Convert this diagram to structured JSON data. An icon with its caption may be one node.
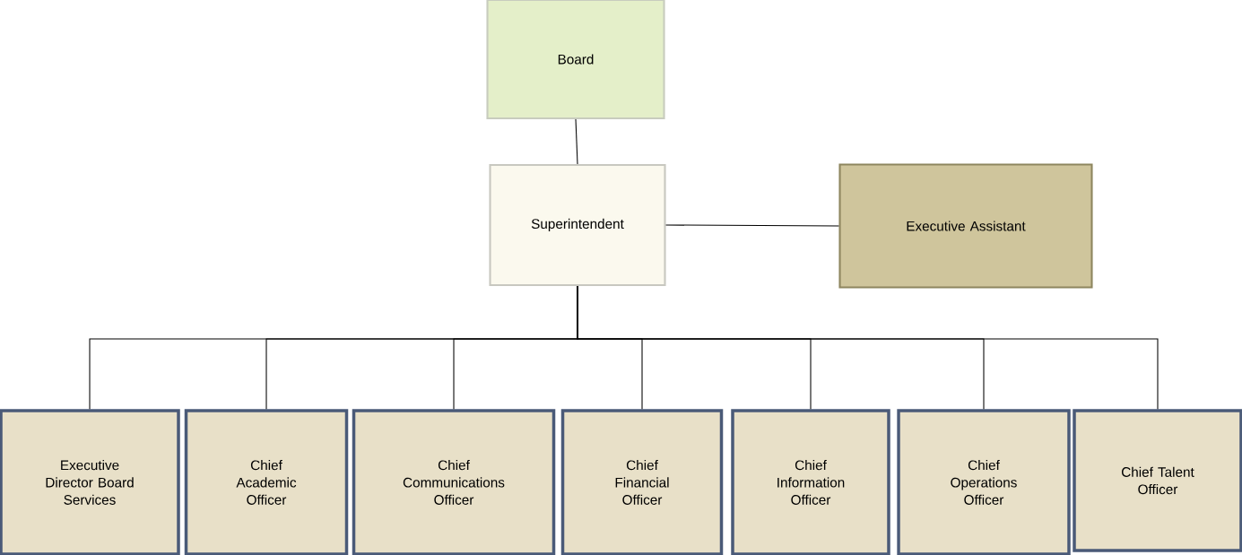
{
  "diagram": {
    "nodes": [
      {
        "text": [
          "Board"
        ]
      },
      {
        "text": [
          "Superintendent"
        ]
      },
      {
        "text": [
          "Executive Assistant"
        ]
      },
      {
        "text": [
          "Executive Director Board Services"
        ]
      },
      {
        "text": [
          "Chief Academic Officer"
        ]
      },
      {
        "text": [
          "Chief Communications Officer"
        ]
      },
      {
        "text": [
          "Chief Financial Officer"
        ]
      },
      {
        "text": [
          "Chief Information Officer"
        ]
      },
      {
        "text": [
          "Chief Operations Officer"
        ]
      },
      {
        "text": [
          "Chief Talent Officer"
        ]
      }
    ],
    "edges": [
      {
        "from": 0,
        "to": 1,
        "arrow": "none"
      },
      {
        "from": 1,
        "to": 2,
        "arrow": "none"
      },
      {
        "from": 1,
        "to": 3,
        "arrow": "none"
      },
      {
        "from": 1,
        "to": 4,
        "arrow": "none"
      },
      {
        "from": 1,
        "to": 5,
        "arrow": "none"
      },
      {
        "from": 1,
        "to": 6,
        "arrow": "none"
      },
      {
        "from": 1,
        "to": 7,
        "arrow": "none"
      },
      {
        "from": 1,
        "to": 8,
        "arrow": "none"
      },
      {
        "from": 1,
        "to": 9,
        "arrow": "none"
      }
    ]
  }
}
